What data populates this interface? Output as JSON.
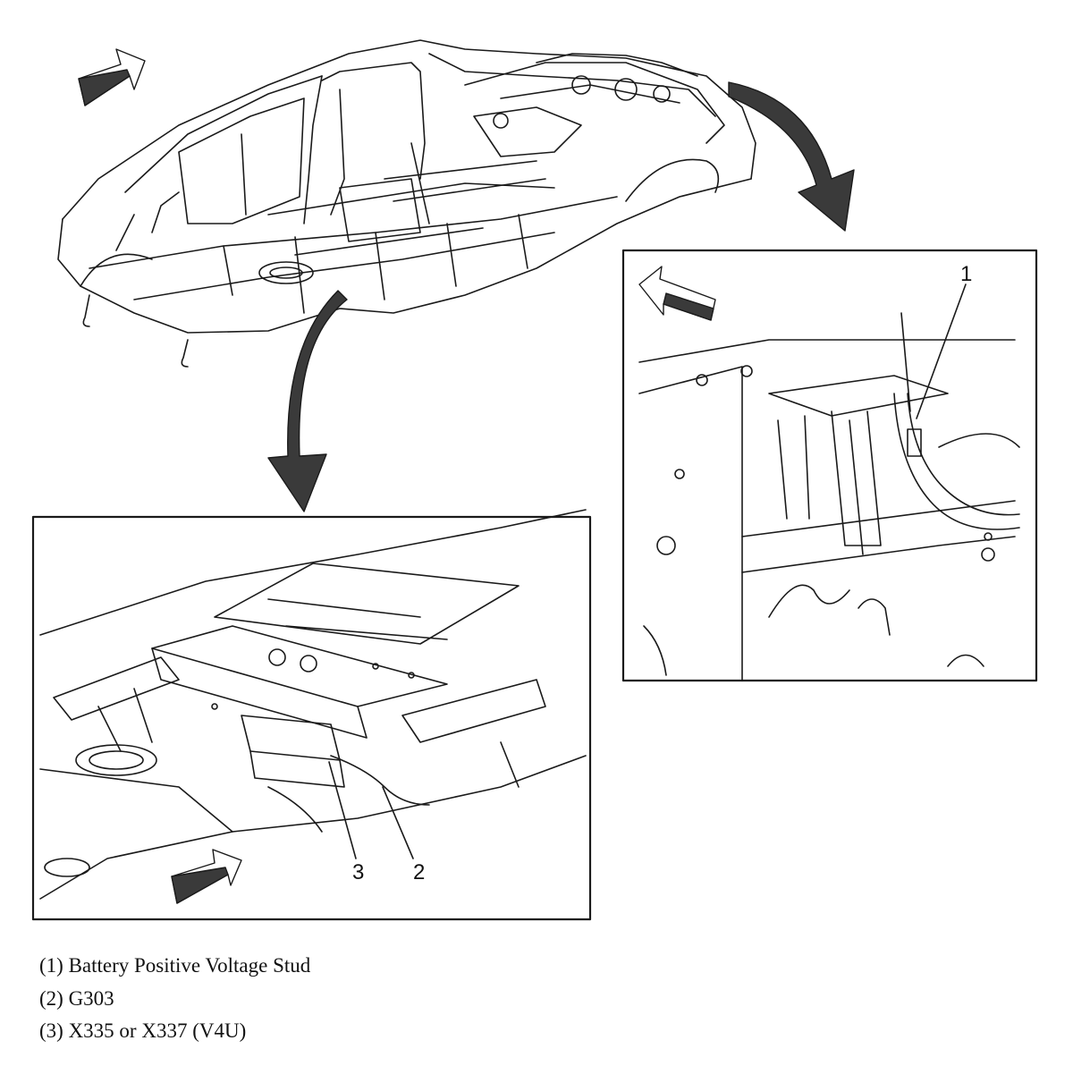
{
  "callouts": {
    "c1": "1",
    "c2": "2",
    "c3": "3"
  },
  "legend": [
    "(1) Battery Positive Voltage Stud",
    "(2) G303",
    "(3) X335 or X337 (V4U)"
  ],
  "colors": {
    "line": "#1a1a1a",
    "arrow_fill": "#3a3a3a",
    "background": "#ffffff"
  },
  "icons": [
    "direction-arrow-icon",
    "view-arrow-icon"
  ]
}
